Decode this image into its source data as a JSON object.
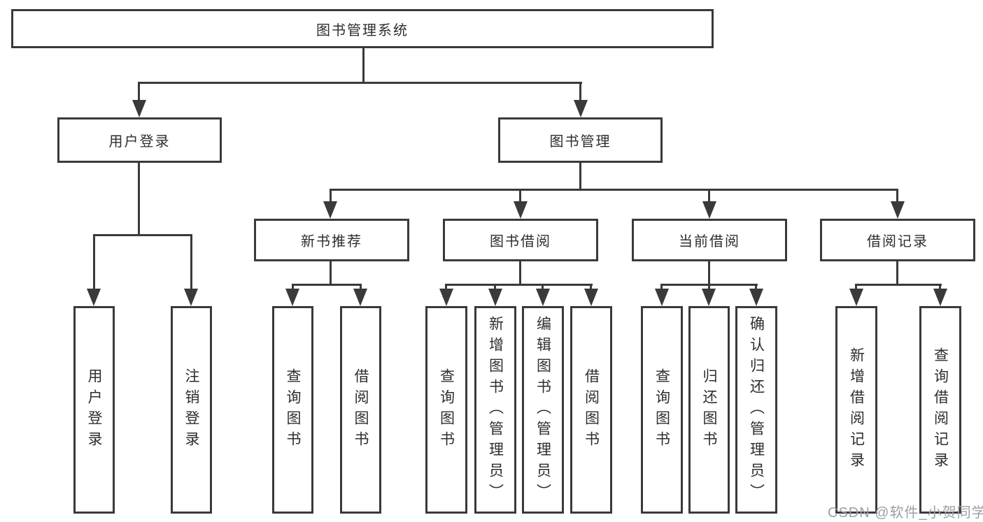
{
  "diagram": {
    "root": "图书管理系统",
    "branches": [
      {
        "label": "用户登录",
        "leaves": [
          "用户登录",
          "注销登录"
        ]
      },
      {
        "label": "图书管理",
        "children": [
          {
            "label": "新书推荐",
            "leaves": [
              "查询图书",
              "借阅图书"
            ]
          },
          {
            "label": "图书借阅",
            "leaves": [
              "查询图书",
              "新增图书（管理员）",
              "编辑图书（管理员）",
              "借阅图书"
            ]
          },
          {
            "label": "当前借阅",
            "leaves": [
              "查询图书",
              "归还图书",
              "确认归还（管理员）"
            ]
          },
          {
            "label": "借阅记录",
            "leaves": [
              "新增借阅记录",
              "查询借阅记录"
            ]
          }
        ]
      }
    ]
  },
  "watermark": "CSDN @软件_小贺同学",
  "colors": {
    "line": "#3a3a3a",
    "text": "#2e2e2e",
    "watermark": "#9e9ea4",
    "background": "#ffffff"
  }
}
